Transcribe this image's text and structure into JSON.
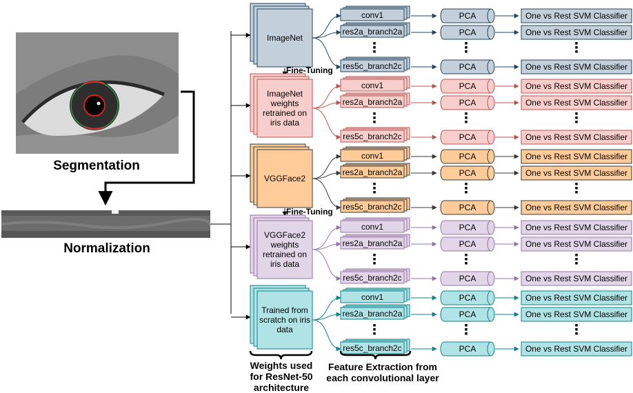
{
  "steps": {
    "segmentation": "Segmentation",
    "normalization": "Normalization"
  },
  "fine_tuning_label": "Fine-Tuning",
  "bottom_labels": {
    "weights": [
      "Weights used",
      "for ResNet-50",
      "architecture"
    ],
    "features": [
      "Feature Extraction from",
      "each convolutional layer"
    ]
  },
  "layers": [
    "conv1",
    "res2a_branch2a",
    "res5c_branch2c"
  ],
  "pca_label": "PCA",
  "classifier_label": "One vs Rest SVM Classifier",
  "models": [
    {
      "lines": [
        "ImageNet"
      ],
      "fill": "#c3cfda",
      "stroke": "#23445d"
    },
    {
      "lines": [
        "ImageNet",
        "weights",
        "retrained on",
        "iris data"
      ],
      "fill": "#f8cecc",
      "stroke": "#b85450"
    },
    {
      "lines": [
        "VGGFace2"
      ],
      "fill": "#ffcc99",
      "stroke": "#36393d"
    },
    {
      "lines": [
        "VGGFace2",
        "weights",
        "retrained on",
        "iris data"
      ],
      "fill": "#e1d5e7",
      "stroke": "#9673a6"
    },
    {
      "lines": [
        "Trained from",
        "scratch on iris",
        "data"
      ],
      "fill": "#b0e3e6",
      "stroke": "#0e8088"
    }
  ]
}
